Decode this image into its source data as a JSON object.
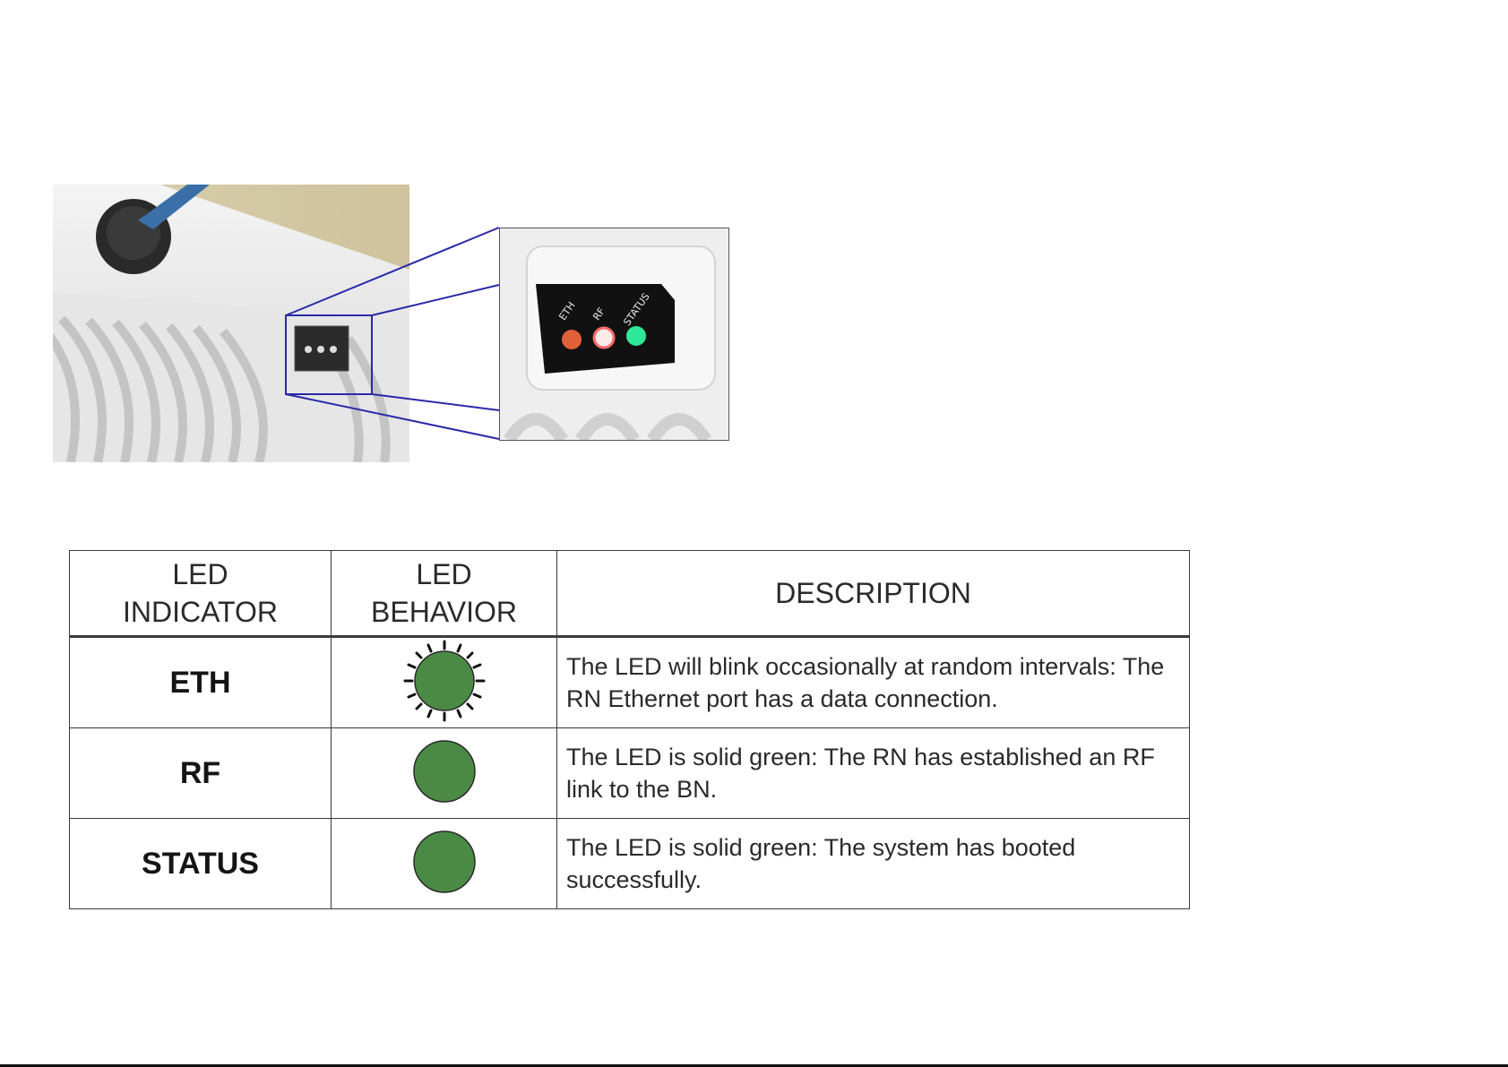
{
  "figure": {
    "panel_labels": [
      "ETH",
      "RF",
      "STATUS"
    ],
    "callout_color": "#2a2aa8",
    "led_colors": {
      "eth": "#e0603a",
      "rf": "#ff6a6a",
      "status": "#2ee89a"
    }
  },
  "table": {
    "headers": {
      "indicator": [
        "LED",
        "INDICATOR"
      ],
      "behavior": [
        "LED",
        "BEHAVIOR"
      ],
      "description": "DESCRIPTION"
    },
    "rows": [
      {
        "indicator": "ETH",
        "behavior_icon": "blinking-green-led-icon",
        "description": "The LED will blink occasionally at random intervals: The RN Ethernet port has a data connection."
      },
      {
        "indicator": "RF",
        "behavior_icon": "solid-green-led-icon",
        "description": "The LED is solid green: The RN has established an RF link to the BN."
      },
      {
        "indicator": "STATUS",
        "behavior_icon": "solid-green-led-icon",
        "description": "The LED is solid green: The system has booted successfully."
      }
    ],
    "led_fill": "#4a8a45"
  }
}
